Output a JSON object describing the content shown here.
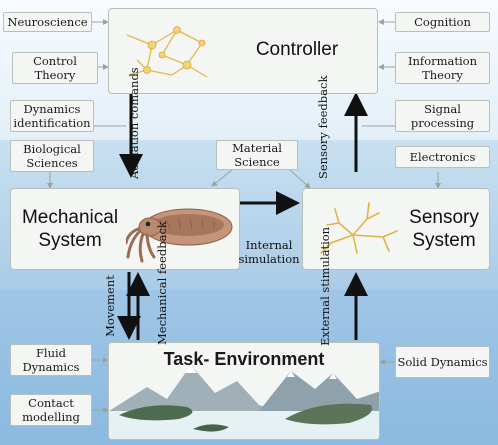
{
  "controller": {
    "title": "Controller"
  },
  "mechanical": {
    "title": "Mechanical System"
  },
  "sensory": {
    "title": "Sensory System"
  },
  "environment": {
    "title": "Task- Environment"
  },
  "disciplines": {
    "neuroscience": "Neuroscience",
    "control_theory": "Control Theory",
    "dynamics_identification": "Dynamics identification",
    "biological_sciences": "Biological Sciences",
    "material_science": "Material Science",
    "cognition": "Cognition",
    "information_theory": "Information Theory",
    "signal_processing": "Signal processing",
    "electronics": "Electronics",
    "fluid_dynamics": "Fluid Dynamics",
    "contact_modelling": "Contact modelling",
    "solid_dynamics": "Solid Dynamics"
  },
  "flows": {
    "actuation_commands": "Actuation comands",
    "sensory_feedback": "Sensory feedback",
    "internal_simulation": "Internal simulation",
    "movement": "Movement",
    "mechanical_feedback": "Mechanical feedback",
    "external_stimulation": "External stimulation"
  },
  "colors": {
    "box_fill": "#f4f6f4",
    "box_border": "#b9c0b9",
    "arrow": "#111111",
    "connector": "#9aa49a"
  }
}
